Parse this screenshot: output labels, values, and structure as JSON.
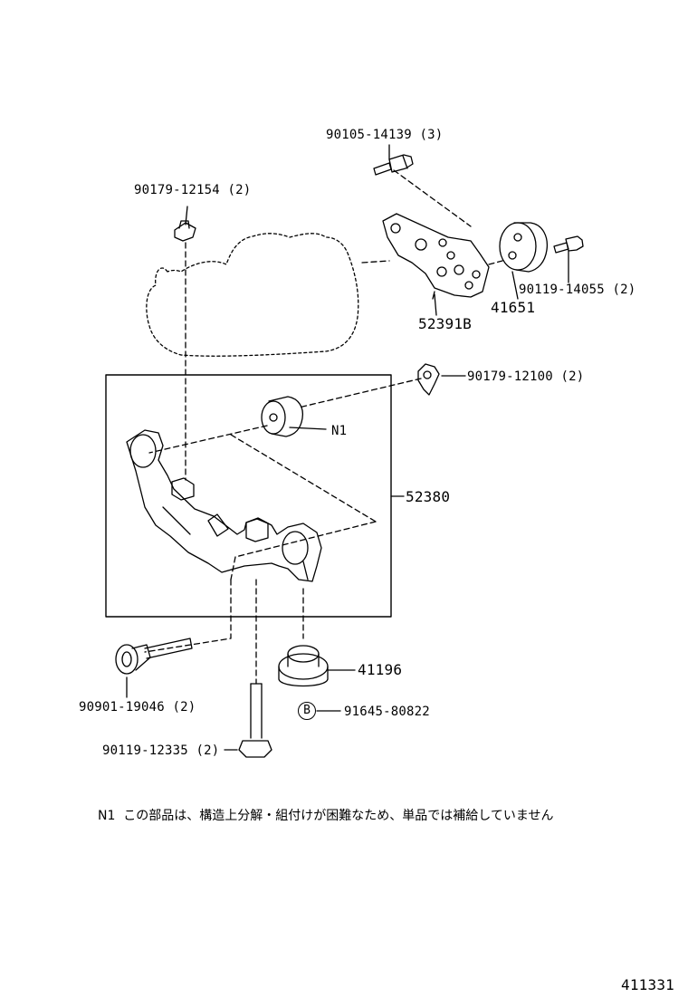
{
  "parts": {
    "p1": "90105-14139 (3)",
    "p2": "90179-12154 (2)",
    "p3": "90119-14055 (2)",
    "p4": "41651",
    "p5": "52391B",
    "p6": "90179-12100 (2)",
    "p7": "N1",
    "p8": "52380",
    "p9": "41196",
    "p10": "90901-19046 (2)",
    "p11": "B",
    "p12": "91645-80822",
    "p13": "90119-12335 (2)"
  },
  "note": {
    "key": "N1",
    "text": "この部品は、構造上分解・組付けが困難なため、単品では補給していません"
  },
  "diagram_id": "411331"
}
